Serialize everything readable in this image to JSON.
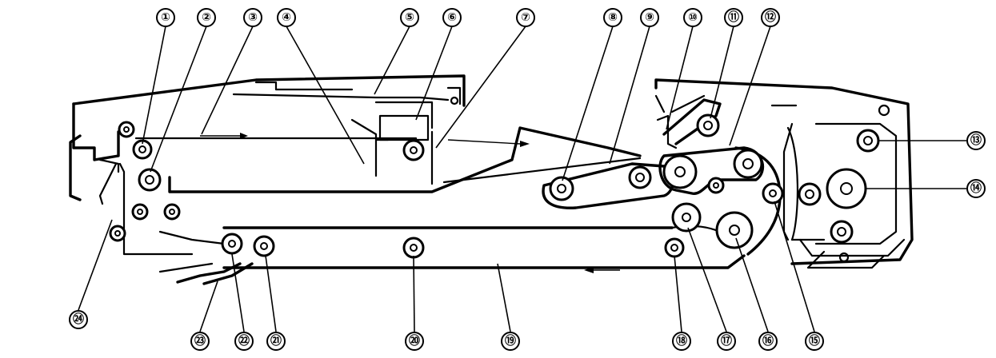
{
  "callouts": [
    "①",
    "②",
    "③",
    "④",
    "⑤",
    "⑥",
    "⑦",
    "⑧",
    "⑨",
    "⑩",
    "⑪",
    "⑫",
    "⑬",
    "⑭",
    "⑮",
    "⑯",
    "⑰",
    "⑱",
    "⑲",
    "⑳",
    "㉑",
    "㉒",
    "㉓",
    "㉔"
  ]
}
